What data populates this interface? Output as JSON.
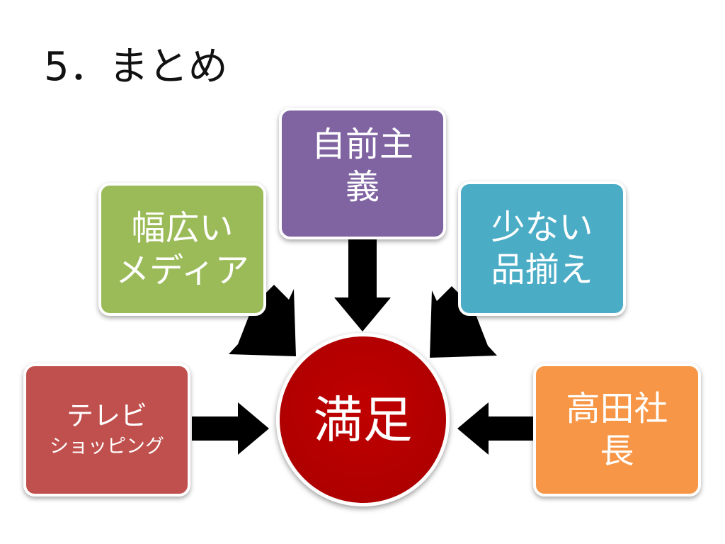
{
  "slide": {
    "title": "5．まとめ"
  },
  "diagram": {
    "hub": {
      "label": "満足",
      "color": "#c00000"
    },
    "boxes": {
      "jimae": {
        "lines": [
          "自前主",
          "義"
        ],
        "color": "#8064a2"
      },
      "media": {
        "lines": [
          "幅広い",
          "メディア"
        ],
        "color": "#9bbb59"
      },
      "shina": {
        "lines": [
          "少ない",
          "品揃え"
        ],
        "color": "#4bacc6"
      },
      "tv": {
        "lines": [
          "テレビ",
          "ショッピング"
        ],
        "color": "#c0504d"
      },
      "takata": {
        "lines": [
          "高田社",
          "長"
        ],
        "color": "#f79646"
      }
    },
    "arrow_color": "#000000"
  }
}
